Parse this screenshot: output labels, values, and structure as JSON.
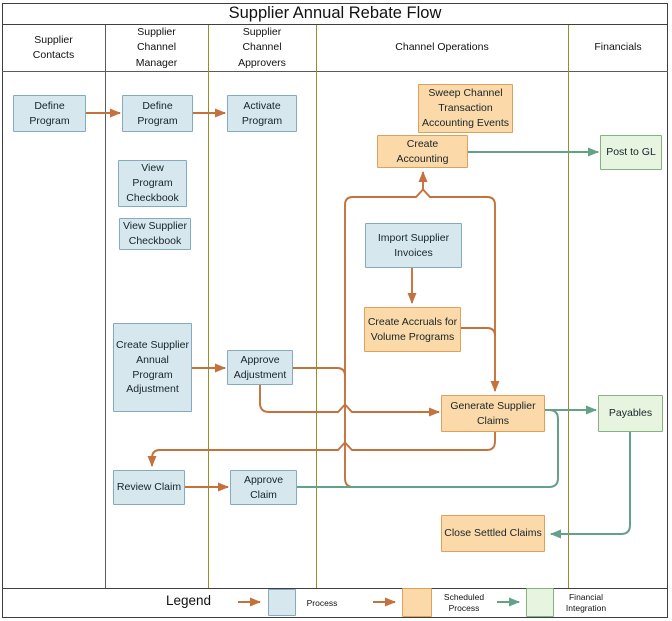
{
  "title": "Supplier Annual Rebate Flow",
  "lanes": [
    {
      "label": "Supplier Contacts"
    },
    {
      "label": "Supplier Channel Manager"
    },
    {
      "label": "Supplier Channel Approvers"
    },
    {
      "label": "Channel Operations"
    },
    {
      "label": "Financials"
    }
  ],
  "nodes": {
    "define_program_contact": {
      "label": "Define Program",
      "type": "process"
    },
    "define_program_manager": {
      "label": "Define Program",
      "type": "process"
    },
    "activate_program": {
      "label": "Activate Program",
      "type": "process"
    },
    "view_program_checkbook": {
      "label": "View Program Checkbook",
      "type": "process"
    },
    "view_supplier_checkbook": {
      "label": "View Supplier Checkbook",
      "type": "process"
    },
    "create_adjustment": {
      "label": "Create Supplier Annual Program Adjustment",
      "type": "process"
    },
    "approve_adjustment": {
      "label": "Approve Adjustment",
      "type": "process"
    },
    "review_claim": {
      "label": "Review Claim",
      "type": "process"
    },
    "approve_claim": {
      "label": "Approve Claim",
      "type": "process"
    },
    "sweep_channel": {
      "label": "Sweep Channel Transaction Accounting Events",
      "type": "scheduled"
    },
    "create_accounting": {
      "label": "Create Accounting",
      "type": "scheduled"
    },
    "import_invoices": {
      "label": "Import Supplier Invoices",
      "type": "process"
    },
    "create_accruals": {
      "label": "Create Accruals for Volume Programs",
      "type": "scheduled"
    },
    "generate_claims": {
      "label": "Generate Supplier Claims",
      "type": "scheduled"
    },
    "close_claims": {
      "label": "Close Settled Claims",
      "type": "scheduled"
    },
    "post_to_gl": {
      "label": "Post to GL",
      "type": "financial"
    },
    "payables": {
      "label": "Payables",
      "type": "financial"
    }
  },
  "legend": {
    "title": "Legend",
    "items": [
      {
        "label": "Process",
        "type": "process"
      },
      {
        "label": "Scheduled Process",
        "type": "scheduled"
      },
      {
        "label": "Financial Integration",
        "type": "financial"
      }
    ]
  },
  "colors": {
    "process_fill": "#d7e7ee",
    "process_border": "#85aabb",
    "scheduled_fill": "#fbd9a9",
    "scheduled_border": "#dfa05e",
    "financial_fill": "#e6f4e0",
    "financial_border": "#88b083",
    "flow_arrow": "#c4713b",
    "financial_arrow": "#63a188",
    "lane_line_olive": "#90902e",
    "lane_line_gray": "#5b5b5b"
  }
}
